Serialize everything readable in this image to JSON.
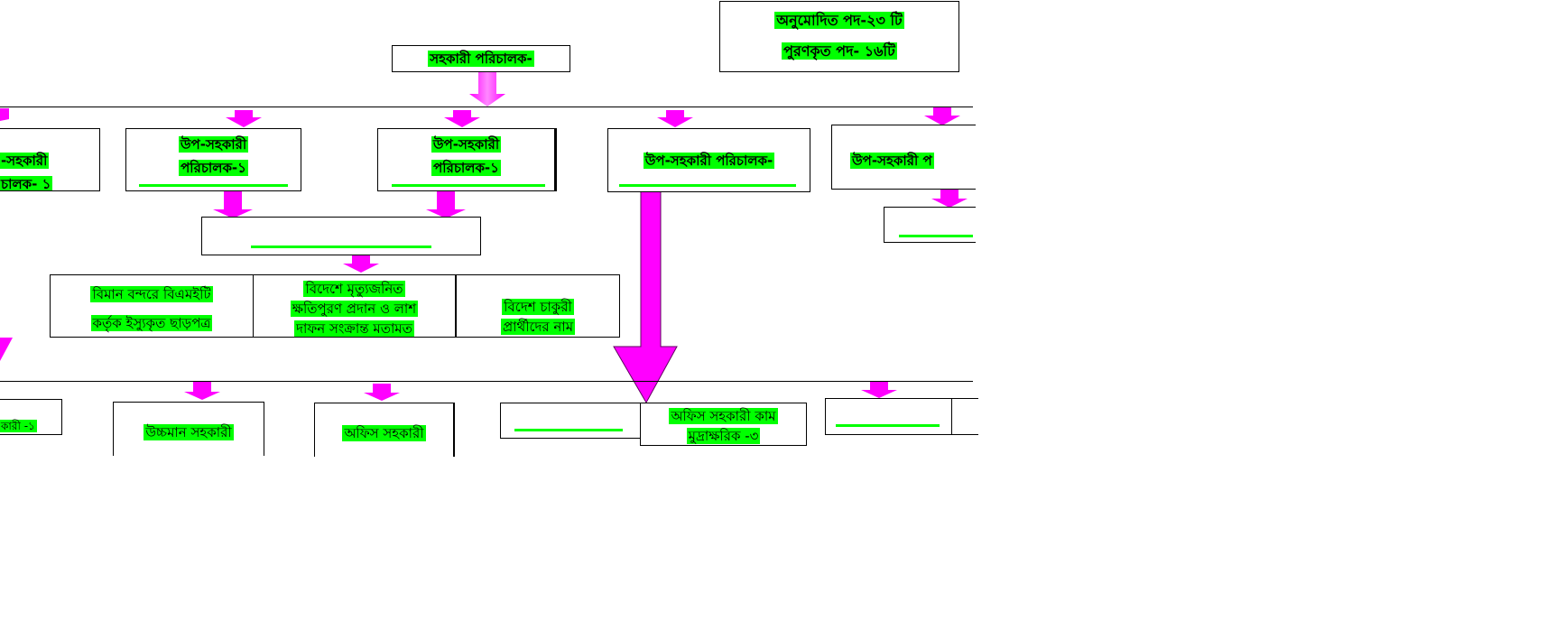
{
  "summary": {
    "approved": "অনুমোদিত পদ-২৩ টি",
    "filled": "পুরণকৃত পদ- ১৬টি"
  },
  "top": {
    "title": "সহকারী পরিচালক-"
  },
  "deputies": [
    {
      "line1": "-সহকারী",
      "line2": "চালক- ১"
    },
    {
      "line1": "উপ-সহকারী",
      "line2": "পরিচালক-১"
    },
    {
      "line1": "উপ-সহকারী",
      "line2": "পরিচালক-১"
    },
    {
      "line1": "উপ-সহকারী পরিচালক-"
    },
    {
      "line1": "উপ-সহকারী প"
    }
  ],
  "sections": [
    {
      "line1": "বিমান বন্দরে বিএমইটি",
      "line2": "কর্তৃক ইস্যুকৃত ছাড়পত্র"
    },
    {
      "line1": "বিদেশে মৃত্যুজনিত",
      "line2": "ক্ষতিপুরণ প্রদান ও লাশ",
      "line3": "দাফন সংক্রান্ত মতামত"
    },
    {
      "line1": "বিদেশ চাকুরী",
      "line2": "প্রার্থীদের নাম"
    }
  ],
  "staff": [
    {
      "label": "কারী -১"
    },
    {
      "label": "উচ্চমান সহকারী"
    },
    {
      "label": "অফিস সহকারী"
    },
    {
      "label": "অফিস সহকারী কাম",
      "line2": "মুদ্রাক্ষরিক -৩"
    }
  ]
}
